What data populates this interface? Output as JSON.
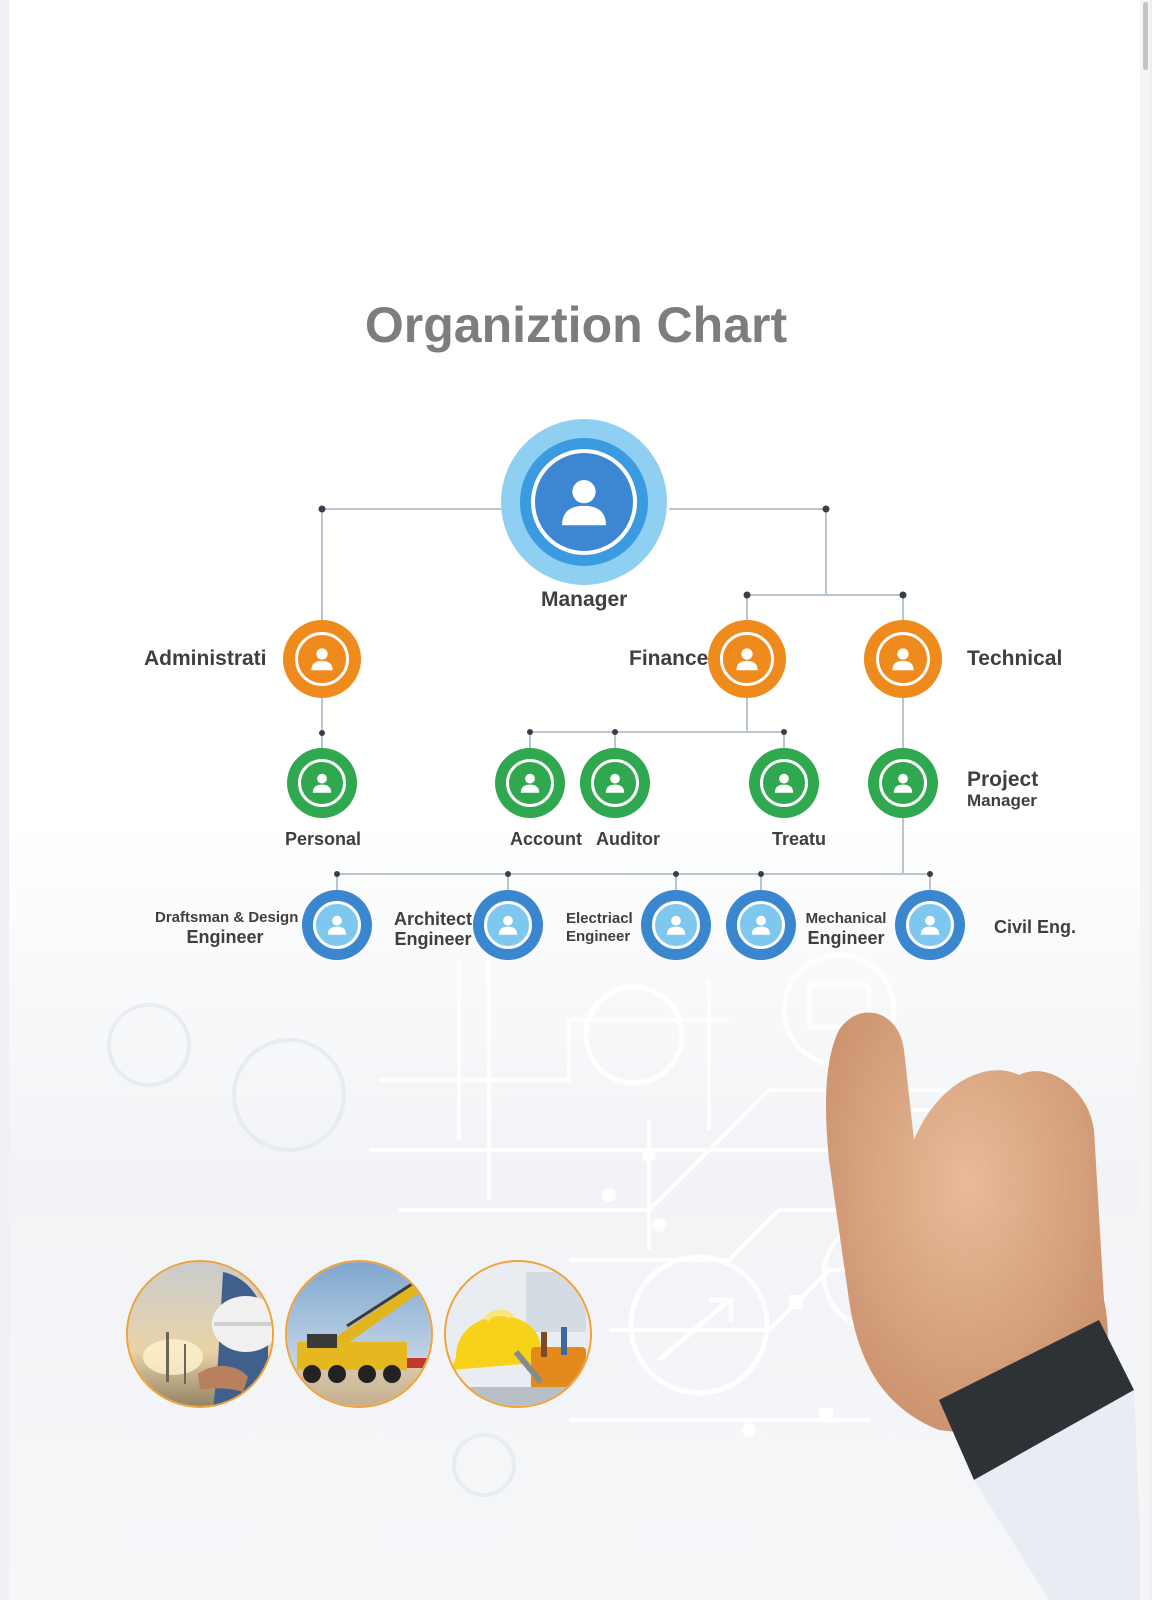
{
  "title": "Organiztion Chart",
  "colors": {
    "manager": "#3d86d1",
    "manager_halo": "#8fd0f2",
    "department": "#ef8a1c",
    "section": "#2fa84f",
    "engineer": "#3a86cf",
    "connector": "#b9c6d2",
    "photo_ring": "#f0a23a"
  },
  "nodes": {
    "manager": "Manager",
    "administration": "Administrati",
    "finance": "Finance",
    "technical": "Technical",
    "personal": "Personal",
    "account": "Account",
    "auditor": "Auditor",
    "treasury": "Treatu",
    "project_manager": {
      "line1": "Project",
      "line2": "Manager"
    },
    "draftsman": {
      "line1": "Draftsman & Design",
      "line2": "Engineer"
    },
    "architect": {
      "line1": "Architect",
      "line2": "Engineer"
    },
    "electrical": {
      "line1": "Electriacl",
      "line2": "Engineer"
    },
    "mechanical": {
      "line1": "Mechanical",
      "line2": "Engineer"
    },
    "civil": "Civil Eng."
  },
  "icons": {
    "node": "person-icon",
    "photo1": "worker-with-helmet",
    "photo2": "crane-truck",
    "photo3": "helmet-and-tools",
    "background": "hand-touching-circuit-network"
  }
}
